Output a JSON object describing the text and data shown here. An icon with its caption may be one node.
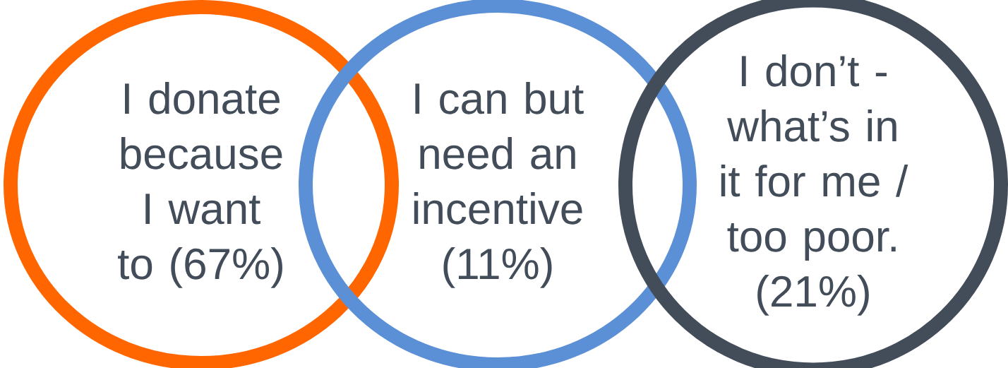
{
  "diagram": {
    "nodes": [
      {
        "text": [
          "I donate because I want to (67%)"
        ]
      },
      {
        "text": [
          "I can but need an incentive (11%)"
        ]
      },
      {
        "text": [
          "I don’t - what’s in it for me / too poor. (21%)"
        ]
      }
    ]
  }
}
